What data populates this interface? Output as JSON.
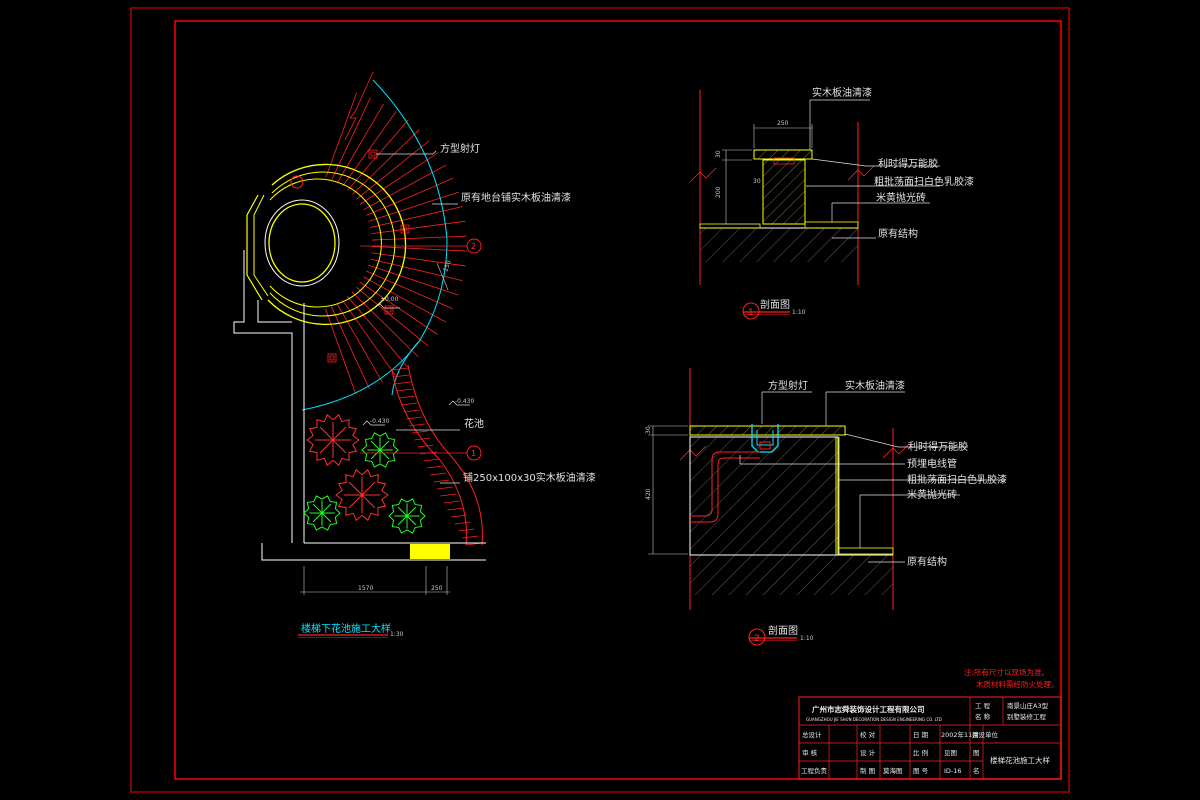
{
  "plan": {
    "title": "楼梯下花池施工大样",
    "title_scale": "1:30",
    "labels": {
      "spotlight": "方型射灯",
      "existing_platform": "原有地台铺实木板油清漆",
      "planter": "花池",
      "wood_strip": "铺250x100x30实木板油清漆"
    },
    "callouts": {
      "c1": "1",
      "c2": "2"
    },
    "elevations": {
      "e1": "±0.00",
      "e2": "-0.430",
      "e3": "-0.430"
    },
    "dims": {
      "d_main": "1570",
      "d_side": "250",
      "d_radius": "250"
    }
  },
  "section1": {
    "title": "剖面图",
    "num": "1",
    "scale": "1:10",
    "labels": {
      "top_board": "实木板油清漆",
      "glue": "利时得万能胶",
      "paint": "粗批荡面扫白色乳胶漆",
      "tile": "米黄抛光砖",
      "existing": "原有结构"
    },
    "dims": {
      "w": "250",
      "t": "30",
      "h": "200",
      "t2": "30"
    }
  },
  "section2": {
    "title": "剖面图",
    "num": "2",
    "scale": "1:10",
    "labels": {
      "spotlight": "方型射灯",
      "top_board": "实木板油清漆",
      "glue": "利时得万能胶",
      "conduit": "预埋电线管",
      "paint": "粗批荡面扫白色乳胶漆",
      "tile": "米黄抛光砖",
      "existing": "原有结构"
    },
    "dims": {
      "t": "30",
      "h": "420"
    }
  },
  "notes": {
    "line1": "注:所有尺寸以现场为准。",
    "line2": "木质材料需经防火处理。"
  },
  "title_block": {
    "company_cn": "广州市志舜装饰设计工程有限公司",
    "company_en": "GUANGZHOU JIE SHUN DECORATION DESIGN ENGINEERING CO. LTD",
    "project_label_1": "工 程",
    "project_label_2": "名 称",
    "project_name_1": "南景山庄A3型",
    "project_name_2": "别墅装修工程",
    "r2": {
      "c1": "总设计",
      "c2": "校 对",
      "c3": "日 期",
      "c4": "2002年11月",
      "c5": "建设单位"
    },
    "r3": {
      "c1": "审 核",
      "c2": "设 计",
      "c3": "比 例",
      "c4": "见图",
      "c5": "图"
    },
    "r4": {
      "c1": "工程负责",
      "c2": "制 图",
      "c3": "莫海图",
      "c4": "图 号",
      "c5": "ID-16",
      "c6": "名"
    },
    "drawing_name": "楼梯花池施工大样"
  },
  "colors": {
    "frame": "#ff0000",
    "cyan": "#00e5ff",
    "yellow": "#ffff00",
    "green": "#22ff22",
    "red": "#ff2020",
    "white": "#ffffff",
    "magenta": "#ff00ff",
    "background": "#000000"
  }
}
